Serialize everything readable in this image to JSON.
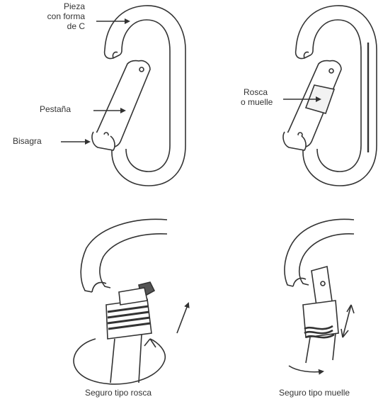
{
  "labels": {
    "piece_line1": "Pieza",
    "piece_line2": "con forma",
    "piece_line3": "de C",
    "tab": "Pestaña",
    "hinge": "Bisagra",
    "lock_line1": "Rosca",
    "lock_line2": "o muelle",
    "caption_screw": "Seguro tipo rosca",
    "caption_spring": "Seguro tipo muelle"
  },
  "colors": {
    "ink": "#333333",
    "background": "#ffffff"
  }
}
